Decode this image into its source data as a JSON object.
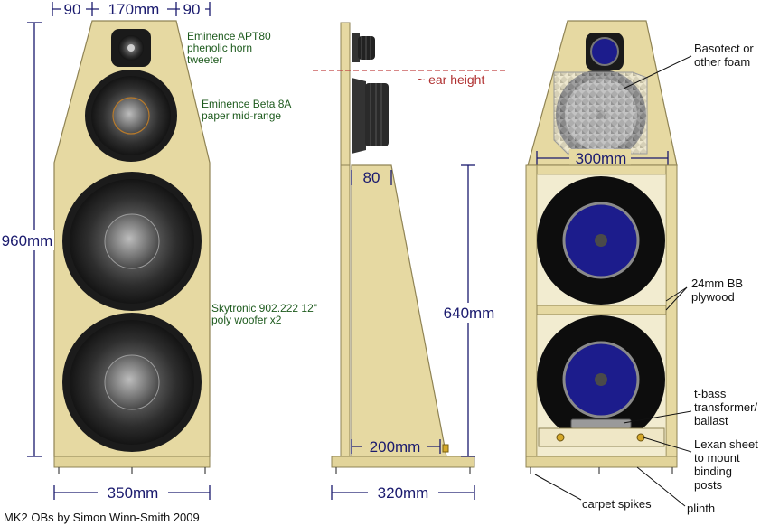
{
  "front_view": {
    "dim_top": [
      "90",
      "170mm",
      "90"
    ],
    "dim_height": "960mm",
    "dim_width": "350mm",
    "labels": {
      "tweeter": [
        "Eminence APT80",
        "phenolic horn",
        "tweeter"
      ],
      "midrange": [
        "Eminence Beta 8A",
        "paper mid-range"
      ],
      "woofer": [
        "Skytronic 902.222 12\"",
        "poly woofer x2"
      ]
    }
  },
  "side_view": {
    "ear_height": "~ ear height",
    "dim_top": "80",
    "dim_height": "640mm",
    "dim_base": "200mm",
    "dim_width": "320mm"
  },
  "rear_view": {
    "dim_inner": "300mm",
    "labels": {
      "foam": [
        "Basotect or",
        "other foam"
      ],
      "plywood": [
        "24mm BB",
        "plywood"
      ],
      "ballast": [
        "t-bass",
        "transformer/",
        "ballast"
      ],
      "lexan": [
        "Lexan sheet",
        "to mount",
        "binding",
        "posts"
      ],
      "spikes": "carpet spikes",
      "plinth": "plinth"
    }
  },
  "caption": "MK2 OBs by Simon Winn-Smith 2009",
  "colors": {
    "wood": "#e6d9a2",
    "wood_edge": "#8f8354",
    "dimension": "#1a1a6e",
    "driver_blue": "#1c1c8c",
    "ear_line": "#c04040"
  }
}
